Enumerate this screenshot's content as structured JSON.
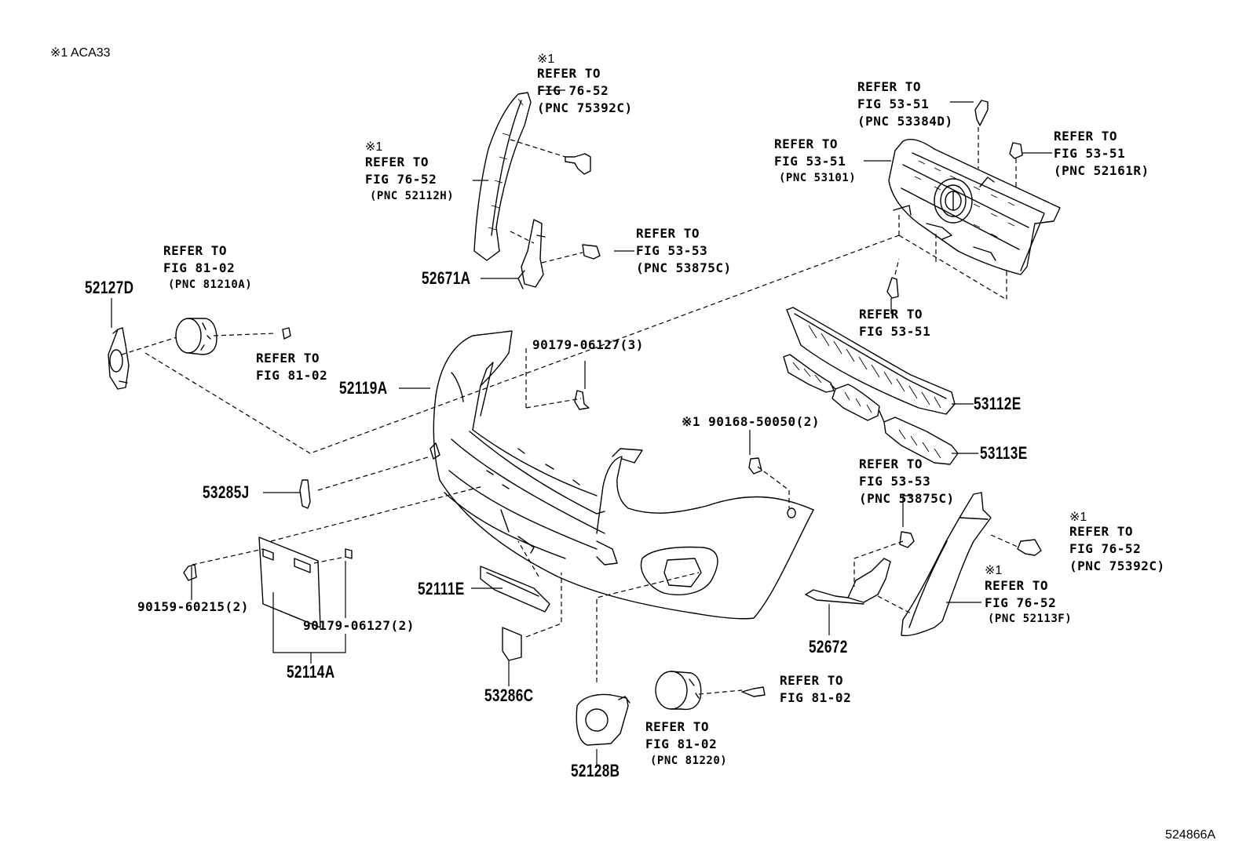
{
  "diagram": {
    "footnote": "※1 ACA33",
    "figure_id": "524866A",
    "parts": {
      "p52127D": "52127D",
      "p52119A": "52119A",
      "p52671A": "52671A",
      "p53285J": "53285J",
      "p52114A": "52114A",
      "p52111E": "52111E",
      "p53286C": "53286C",
      "p52128B": "52128B",
      "p52672": "52672",
      "p53112E": "53112E",
      "p53113E": "53113E",
      "b90179a": "90179-06127(3)",
      "b90168": "※1 90168-50050(2)",
      "b90159": "90159-60215(2)",
      "b90179b": "90179-06127(2)"
    },
    "refs": {
      "r1_note": "※1",
      "r1_a": "REFER TO",
      "r1_b": "FIG 76-52",
      "r1_c": "(PNC 75392C)",
      "r2_note": "※1",
      "r2_a": "REFER TO",
      "r2_b": "FIG 76-52",
      "r2_c": "(PNC 52112H)",
      "r3_a": "REFER TO",
      "r3_b": "FIG 53-53",
      "r3_c": "(PNC 53875C)",
      "r4_a": "REFER TO",
      "r4_b": "FIG 81-02",
      "r4_c": "(PNC 81210A)",
      "r5_a": "REFER TO",
      "r5_b": "FIG 81-02",
      "r6_a": "REFER TO",
      "r6_b": "FIG 53-51",
      "r6_c": "(PNC 53384D)",
      "r7_a": "REFER TO",
      "r7_b": "FIG 53-51",
      "r7_c": "(PNC 53101)",
      "r8_a": "REFER TO",
      "r8_b": "FIG 53-51",
      "r8_c": "(PNC 52161R)",
      "r9_a": "REFER TO",
      "r9_b": "FIG 53-51",
      "r10_a": "REFER TO",
      "r10_b": "FIG 53-53",
      "r10_c": "(PNC 53875C)",
      "r11_note": "※1",
      "r11_a": "REFER TO",
      "r11_b": "FIG 76-52",
      "r11_c": "(PNC 75392C)",
      "r12_note": "※1",
      "r12_a": "REFER TO",
      "r12_b": "FIG 76-52",
      "r12_c": "(PNC 52113F)",
      "r13_a": "REFER TO",
      "r13_b": "FIG 81-02",
      "r14_a": "REFER TO",
      "r14_b": "FIG 81-02",
      "r14_c": "(PNC 81220)"
    }
  }
}
